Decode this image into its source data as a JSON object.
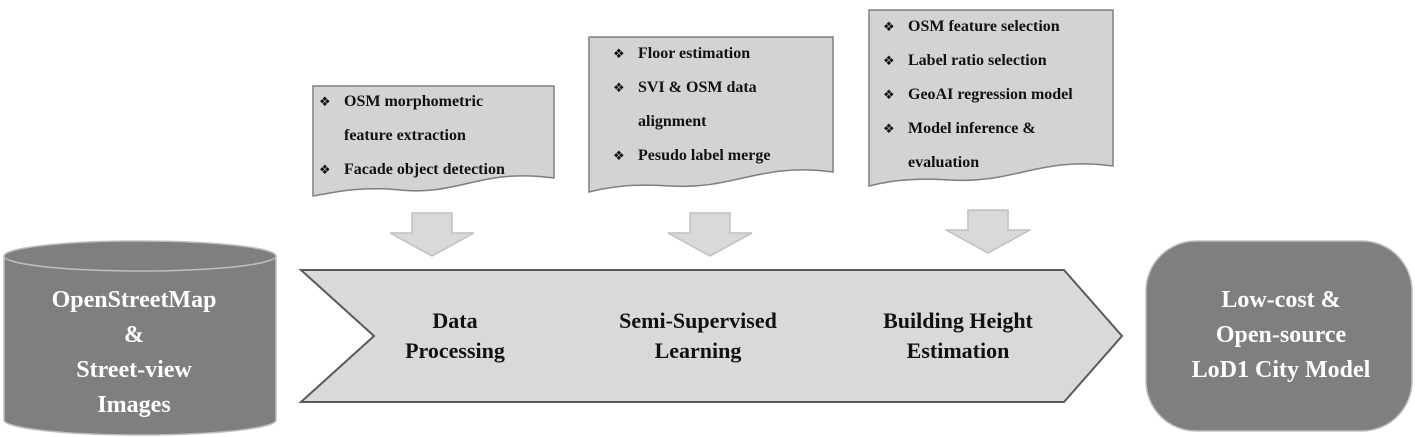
{
  "colors": {
    "doc_fill": "#d3d3d3",
    "doc_stroke": "#7f7f7f",
    "arrow_fill": "#d9d9d9",
    "arrow_stroke": "#bfbfbf",
    "band_fill": "#d9d9d9",
    "band_stroke": "#595959",
    "dark_fill": "#7f7f7f",
    "dark_stroke": "#bfbfbf"
  },
  "icons": {
    "bullet": "❖"
  },
  "source": {
    "lines": [
      "OpenStreetMap",
      "&",
      "Street-view",
      "Images"
    ]
  },
  "pipeline": {
    "stages": [
      {
        "lines": [
          "Data",
          "Processing"
        ]
      },
      {
        "lines": [
          "Semi-Supervised",
          "Learning"
        ]
      },
      {
        "lines": [
          "Building Height",
          "Estimation"
        ]
      }
    ]
  },
  "docs": [
    {
      "lines": [
        {
          "bullet": true,
          "text": "OSM morphometric"
        },
        {
          "bullet": false,
          "text": "feature extraction"
        },
        {
          "bullet": true,
          "text": "Facade object detection"
        }
      ]
    },
    {
      "lines": [
        {
          "bullet": true,
          "text": "Floor estimation"
        },
        {
          "bullet": true,
          "text": "SVI & OSM data"
        },
        {
          "bullet": false,
          "text": "alignment"
        },
        {
          "bullet": true,
          "text": "Pesudo label merge"
        }
      ]
    },
    {
      "lines": [
        {
          "bullet": true,
          "text": "OSM feature selection"
        },
        {
          "bullet": true,
          "text": "Label ratio selection"
        },
        {
          "bullet": true,
          "text": "GeoAI regression model"
        },
        {
          "bullet": true,
          "text": "Model inference &"
        },
        {
          "bullet": false,
          "text": "evaluation"
        }
      ]
    }
  ],
  "output": {
    "lines": [
      "Low-cost &",
      "Open-source",
      "LoD1 City Model"
    ]
  }
}
